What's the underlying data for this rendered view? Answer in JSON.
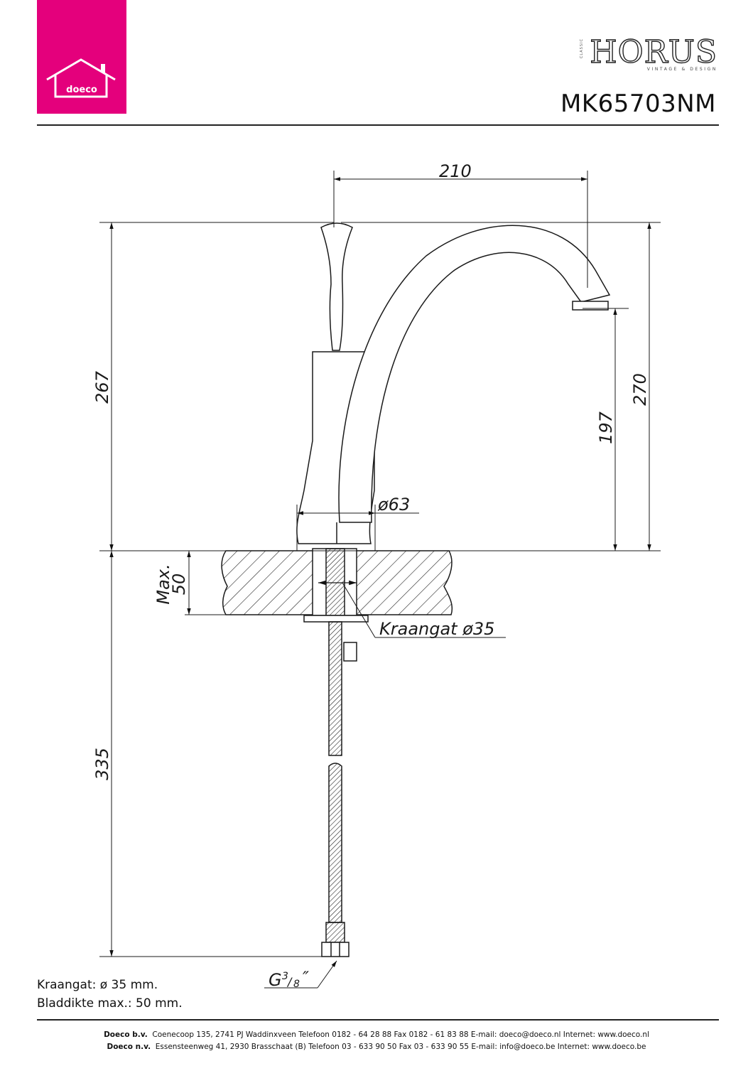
{
  "header": {
    "logo_text": "doeco",
    "brand_name": "HORUS",
    "brand_side": "CLASSIC",
    "brand_tagline": "VINTAGE & DESIGN",
    "model_number": "MK65703NM"
  },
  "drawing": {
    "dim_reach": "210",
    "dim_total_height": "267",
    "dim_height_270": "270",
    "dim_spout_height": "197",
    "dim_base_diameter": "ø63",
    "dim_max_thickness": "Max.\n50",
    "dim_max_label": "Max.",
    "dim_max_value": "50",
    "dim_hose_length": "335",
    "label_hole": "Kraangat ø35",
    "label_connection": "G3/8\"",
    "connection_base": "G",
    "connection_fraction_num": "3",
    "connection_fraction_den": "8"
  },
  "notes": {
    "hole": "Kraangat: ø 35 mm.",
    "thickness": "Bladdikte max.: 50 mm."
  },
  "footer": {
    "line1_company": "Doeco b.v.",
    "line1_text": "Coenecoop 135,   2741 PJ  Waddinxveen   Telefoon 0182 - 64 28 88   Fax 0182 - 61 83 88   E-mail: doeco@doeco.nl   Internet: www.doeco.nl",
    "line2_company": "Doeco n.v.",
    "line2_text": "Essensteenweg 41, 2930  Brasschaat (B)   Telefoon 03 - 633 90 50   Fax 03 - 633 90 55   E-mail: info@doeco.be   Internet: www.doeco.be"
  },
  "colors": {
    "brand_magenta": "#e4007c",
    "line": "#1a1a1a"
  }
}
